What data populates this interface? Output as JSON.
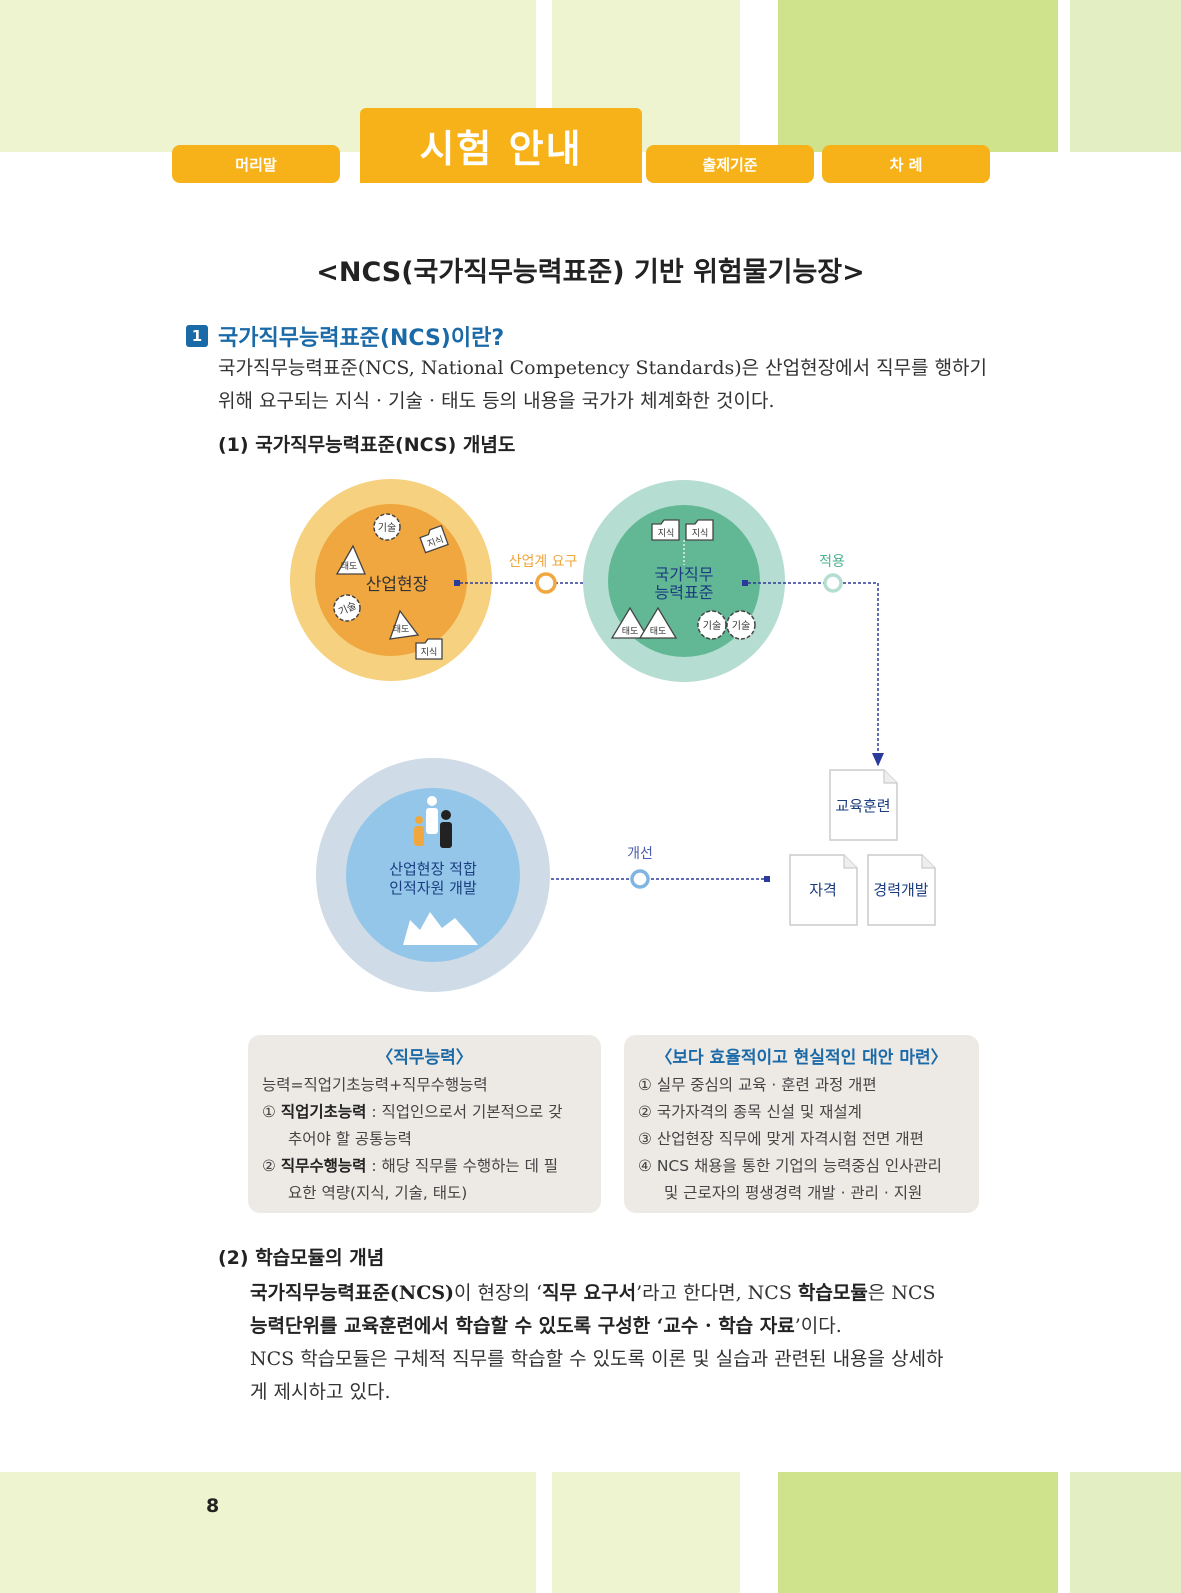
{
  "tabs": {
    "preface": "머리말",
    "exam_guide": "시험 안내",
    "criteria": "출제기준",
    "contents": "차 례"
  },
  "doc_title": "<NCS(국가직무능력표준) 기반 위험물기능장>",
  "section1": {
    "number": "1",
    "title": "국가직무능력표준(NCS)이란?",
    "para_line1": "국가직무능력표준(NCS, National Competency Standards)은 산업현장에서 직무를 행하기",
    "para_line2": "위해 요구되는 지식 · 기술 · 태도 등의 내용을 국가가 체계화한 것이다.",
    "sub1": "(1) 국가직무능력표준(NCS) 개념도",
    "sub2": "(2) 학습모듈의 개념"
  },
  "diagram": {
    "industry_site": "산업현장",
    "industry_demand": "산업계 요구",
    "ncs_line1": "국가직무",
    "ncs_line2": "능력표준",
    "apply": "적용",
    "edu_training": "교육훈련",
    "qualification": "자격",
    "career_dev": "경력개발",
    "improve": "개선",
    "hr_line1": "산업현장 적합",
    "hr_line2": "인적자원 개발",
    "tag_skill": "기술",
    "tag_knowledge": "지식",
    "tag_attitude": "태도"
  },
  "box_left": {
    "title": "〈직무능력〉",
    "line1": "능력=직업기초능력+직무수행능력",
    "item1_bold": "직업기초능력",
    "item1_num": "①",
    "item1_rest": " : 직업인으로서 기본적으로 갖",
    "item1_cont": "추어야 할 공통능력",
    "item2_num": "②",
    "item2_bold": "직무수행능력",
    "item2_rest": " : 해당 직무를 수행하는 데 필",
    "item2_cont": "요한 역량(지식, 기술, 태도)"
  },
  "box_right": {
    "title": "〈보다 효율적이고 현실적인 대안 마련〉",
    "item1": "① 실무 중심의 교육 · 훈련 과정 개편",
    "item2": "② 국가자격의 종목 신설 및 재설계",
    "item3": "③ 산업현장 직무에 맞게 자격시험 전면 개편",
    "item4": "④ NCS 채용을 통한 기업의 능력중심 인사관리",
    "item4_cont": "및 근로자의 평생경력 개발 · 관리 · 지원"
  },
  "section2": {
    "l1_a": "국가직무능력표준(NCS)",
    "l1_b": "이 현장의 ‘",
    "l1_c": "직무 요구서",
    "l1_d": "’라고 한다면, NCS ",
    "l1_e": "학습모듈",
    "l1_f": "은 NCS",
    "l2_a": "능력단위를 교육훈련에서 학습할 수 있도록 구성한 ‘교수 · 학습 자료",
    "l2_b": "’이다.",
    "l3": "NCS 학습모듈은 구체적 직무를 학습할 수 있도록 이론 및 실습과 관련된 내용을 상세하",
    "l4": "게 제시하고 있다."
  },
  "page_number": "8",
  "colors": {
    "accent_orange": "#f7b21a",
    "heading_blue": "#1b6aa8",
    "band_light": "#eef4cf",
    "band_green": "#cfe28c"
  }
}
